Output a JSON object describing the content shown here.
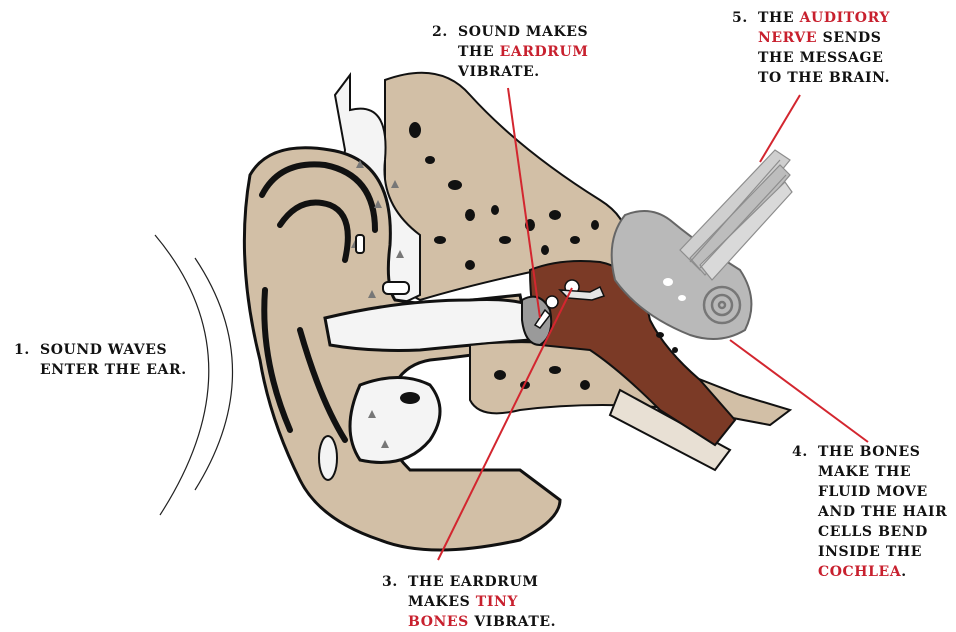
{
  "colors": {
    "tissue": "#d2bfa6",
    "outline": "#111111",
    "canal": "#f4f4f4",
    "middle_ear": "#7b3a26",
    "cochlea": "#b9b9b9",
    "highlight": "#c8202e",
    "pointer": "#d3262f"
  },
  "labels": {
    "step1": {
      "num": "1.",
      "line1": "SOUND WAVES",
      "line2": "ENTER THE EAR."
    },
    "step2": {
      "num": "2.",
      "line1": "SOUND MAKES",
      "line2_pre": "THE ",
      "line2_hl": "EARDRUM",
      "line3": "VIBRATE."
    },
    "step3": {
      "num": "3.",
      "line1": "THE EARDRUM",
      "line2_pre": "MAKES ",
      "line2_hl": "TINY",
      "line3_hl": "BONES",
      "line3_post": " VIBRATE."
    },
    "step4": {
      "num": "4.",
      "line1": "THE BONES",
      "line2": "MAKE THE",
      "line3": "FLUID MOVE",
      "line4": "AND THE HAIR",
      "line5": "CELLS BEND",
      "line6": "INSIDE THE",
      "line7_hl": "COCHLEA",
      "line7_post": "."
    },
    "step5": {
      "num": "5.",
      "line1_pre": "THE ",
      "line1_hl": "AUDITORY",
      "line2_hl": "NERVE",
      "line2_post": " SENDS",
      "line3": "THE MESSAGE",
      "line4": "TO THE BRAIN."
    }
  }
}
